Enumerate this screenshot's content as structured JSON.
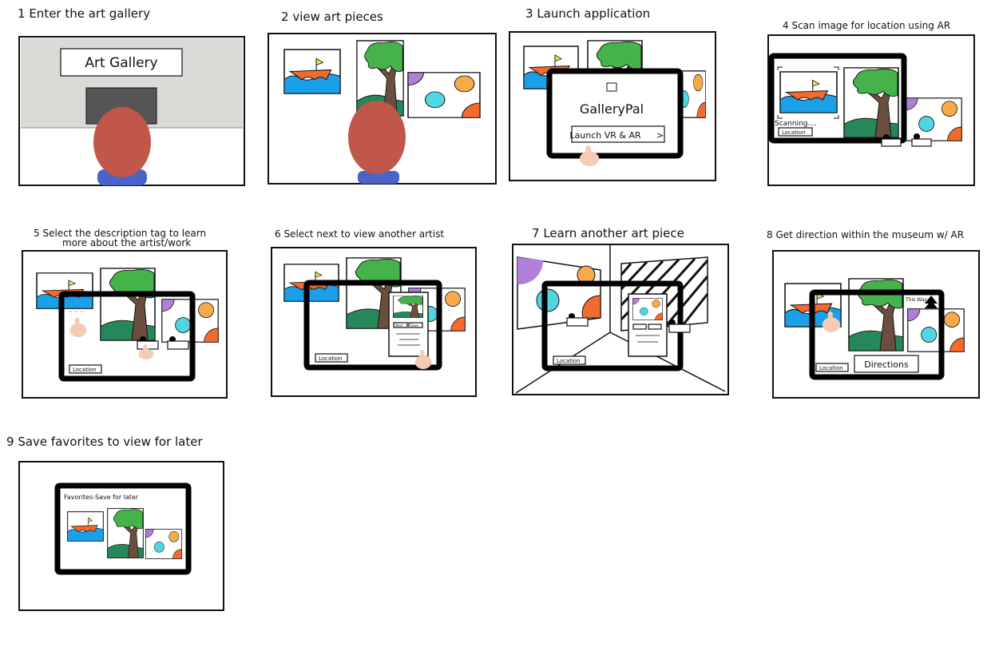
{
  "title": "GalleryPal AR storyboard",
  "colors": {
    "water": "#1aa0e8",
    "boat": "#f26a2e",
    "flag": "#f4e04d",
    "canopy": "#46b34a",
    "trunk": "#6b4e3d",
    "hill": "#27875a",
    "purple": "#b07fd9",
    "orange": "#f8aa4b",
    "cyan": "#4fd6e0",
    "redorange": "#f26a2e",
    "hair": "#c0574a",
    "shirt": "#4a63c9",
    "wall": "#d9dbd7",
    "hand": "#f6cbb5"
  },
  "panels": [
    {
      "number": "1",
      "caption": "Enter the art gallery",
      "sign": "Art Gallery"
    },
    {
      "number": "2",
      "caption": "view art pieces"
    },
    {
      "number": "3",
      "caption": "Launch application",
      "app_name": "GalleryPal",
      "launch_button": "Launch VR & AR",
      "launch_chevron": ">"
    },
    {
      "number": "4",
      "caption": "Scan image for location using AR",
      "status": "Scanning....",
      "location_label": "Location"
    },
    {
      "number": "5",
      "caption_line1": "Select the description tag to learn",
      "caption_line2": "more about the artist/work",
      "location_label": "Location"
    },
    {
      "number": "6",
      "caption": "Select next to view another artist",
      "location_label": "Location",
      "phone_buttons": [
        "Next",
        "Save"
      ]
    },
    {
      "number": "7",
      "caption": "Learn another art piece",
      "location_label": "Location"
    },
    {
      "number": "8",
      "caption": "Get direction within the museum w/ AR",
      "location_label": "Location",
      "directions_button": "Directions",
      "this_way": "This Way"
    },
    {
      "number": "9",
      "caption": "Save favorites to view for later",
      "favorites_header": "Favorites-Save for later"
    }
  ]
}
